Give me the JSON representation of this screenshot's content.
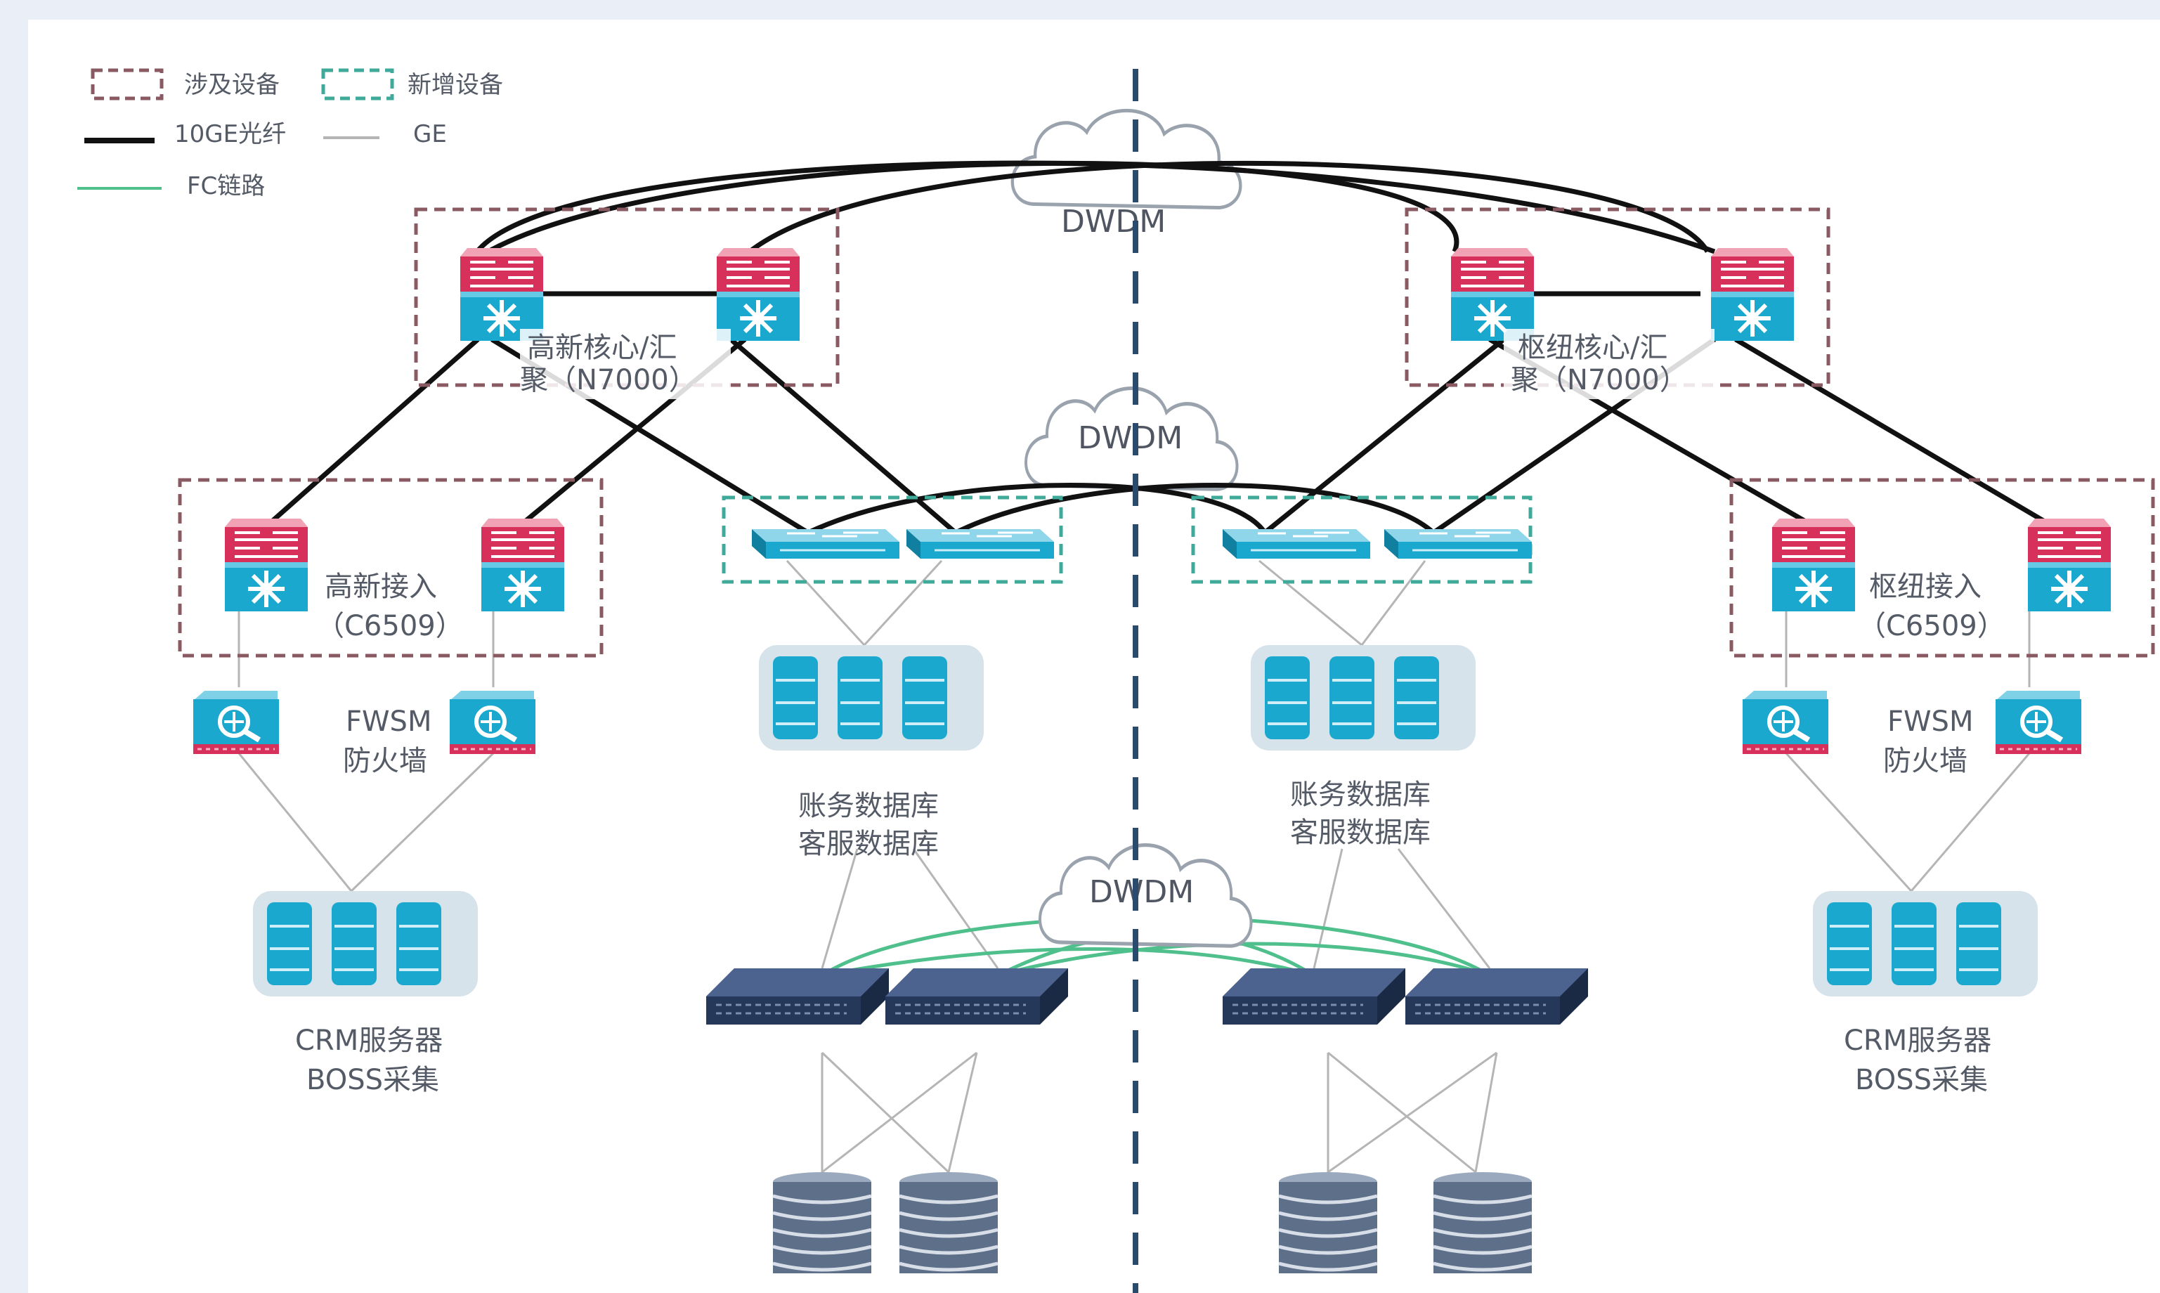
{
  "legend": {
    "involved_devices": "涉及设备",
    "new_devices": "新增设备",
    "link_10g_fiber": "10GE光纤",
    "link_ge": "GE",
    "link_fc": "FC链路"
  },
  "colors": {
    "involved_border": "#8a5a63",
    "new_border": "#3fa99a",
    "fiber_line": "#111111",
    "ge_line": "#b5b5b5",
    "fc_line": "#4fbf8c",
    "device_blue": "#1aa8cf",
    "device_red": "#d7305a",
    "divider": "#2a4a6e"
  },
  "labels": {
    "dwdm_top": "DWDM",
    "dwdm_mid": "DWDM",
    "dwdm_bottom": "DWDM",
    "core_left": [
      "高新核心/汇",
      "聚（N7000）"
    ],
    "core_right": [
      "枢纽核心/汇",
      "聚（N7000）"
    ],
    "access_left": [
      "高新接入",
      "（C6509）"
    ],
    "access_right": [
      "枢纽接入",
      "（C6509）"
    ],
    "fwsm_left": [
      "FWSM",
      "防火墙"
    ],
    "fwsm_right": [
      "FWSM",
      "防火墙"
    ],
    "db_left": [
      "账务数据库",
      "客服数据库"
    ],
    "db_right": [
      "账务数据库",
      "客服数据库"
    ],
    "crm_left": [
      "CRM服务器",
      "BOSS采集"
    ],
    "crm_right": [
      "CRM服务器",
      "BOSS采集"
    ]
  },
  "icons": {
    "core_switch": "layer3-switch-icon",
    "access_switch": "layer3-switch-icon",
    "new_switch": "workgroup-switch-icon",
    "firewall": "firewall-module-icon",
    "server": "server-cluster-icon",
    "san_switch": "fc-switch-icon",
    "storage": "disk-storage-icon",
    "cloud": "dwdm-cloud-icon"
  }
}
